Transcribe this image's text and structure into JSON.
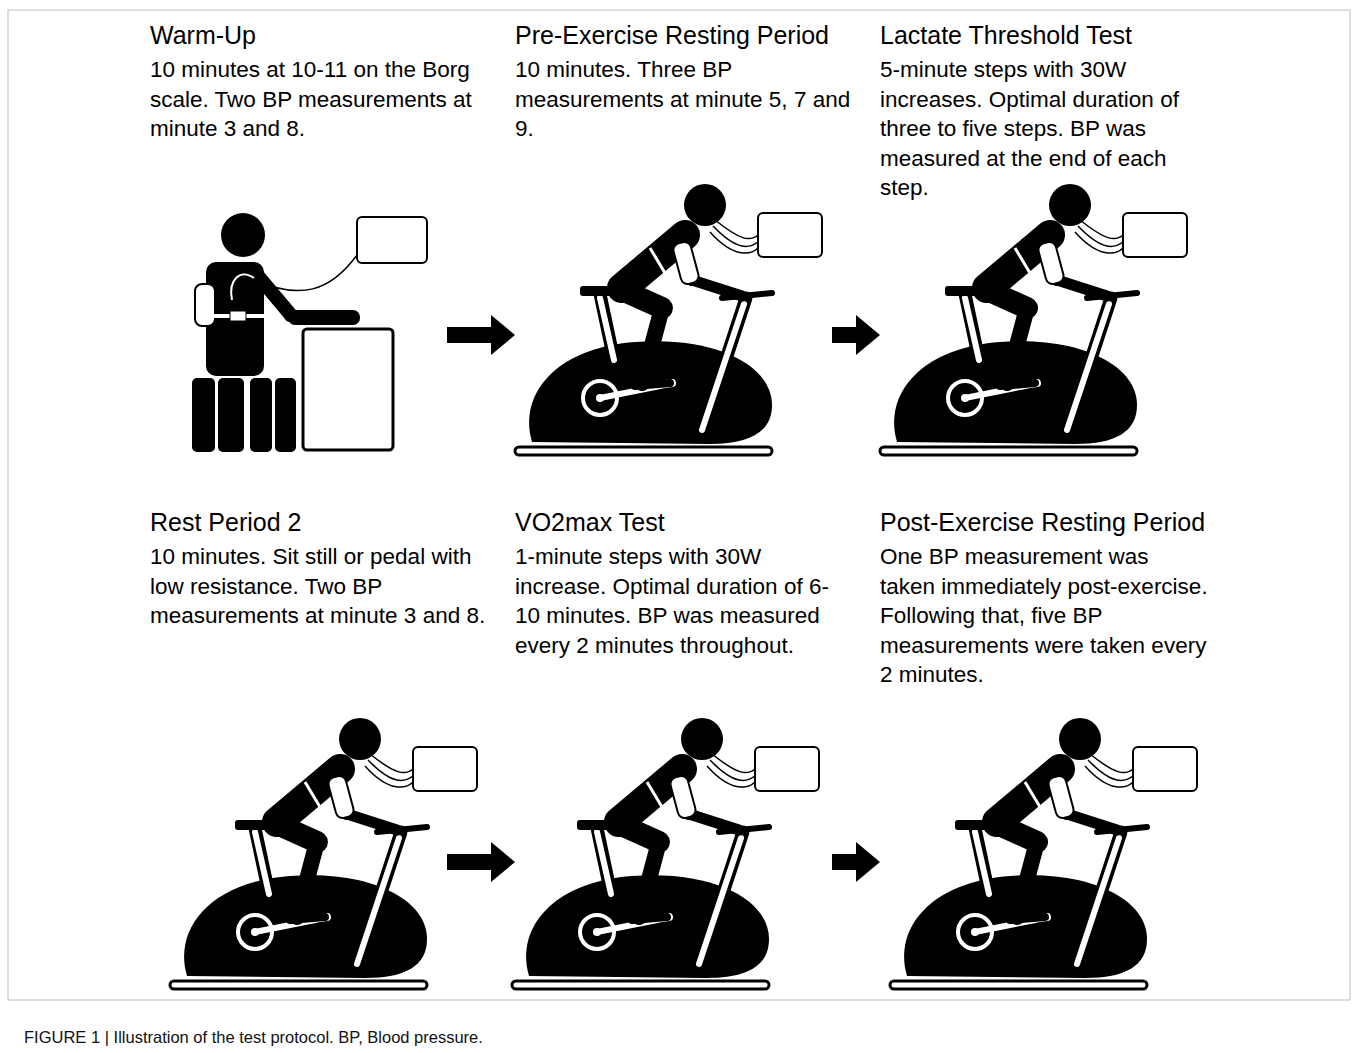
{
  "diagram": {
    "caption": "FIGURE 1 | Illustration of the test protocol. BP, Blood pressure.",
    "nodes": [
      {
        "text": [
          "Warm-Up",
          "10 minutes at 10-11 on the Borg scale. Two BP measurements at minute 3 and 8."
        ]
      },
      {
        "text": [
          "Pre-Exercise Resting Period",
          "10 minutes. Three BP measurements at minute 5, 7 and 9."
        ]
      },
      {
        "text": [
          "Lactate Threshold Test",
          "5-minute steps with 30W increases. Optimal duration of three to five steps. BP was measured at the end of each step."
        ]
      },
      {
        "text": [
          "Rest Period 2",
          "10 minutes. Sit still or pedal with low resistance. Two BP measurements at minute 3 and 8."
        ]
      },
      {
        "text": [
          "VO2max Test",
          "1-minute steps with 30W increase. Optimal duration of 6-10 minutes. BP was measured every 2 minutes throughout."
        ]
      },
      {
        "text": [
          "Post-Exercise Resting Period",
          "One BP measurement was taken immediately post-exercise. Following that, five BP measurements were taken every 2 minutes."
        ]
      }
    ],
    "edges": [
      {
        "from": 0,
        "to": 1,
        "arrow": "to"
      },
      {
        "from": 1,
        "to": 2,
        "arrow": "to"
      },
      {
        "from": 3,
        "to": 4,
        "arrow": "to"
      },
      {
        "from": 4,
        "to": 5,
        "arrow": "to"
      }
    ]
  }
}
